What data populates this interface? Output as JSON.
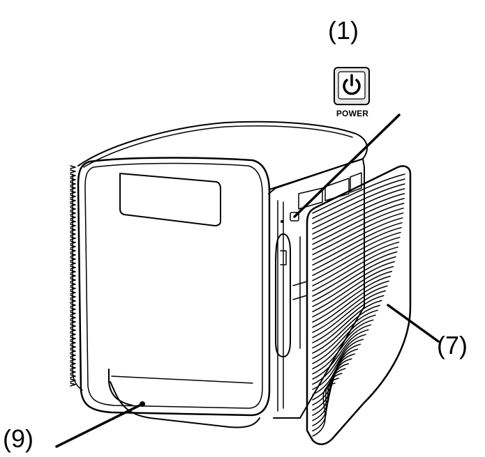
{
  "callouts": {
    "c1": "(1)",
    "c7": "(7)",
    "c9": "(9)"
  },
  "power_button": {
    "label": "POWER",
    "icon": "power-icon"
  },
  "colors": {
    "line": "#000000",
    "background": "#ffffff",
    "button_fill": "#e6e6e6"
  }
}
